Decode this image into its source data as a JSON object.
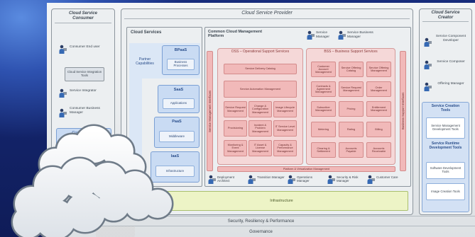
{
  "colors": {
    "background": "#14246a",
    "panel": "#e6e9eb",
    "support_services": "#f5d8d8",
    "service_cell": "#f1b9b9",
    "cloud_service_layer": "#c9dbf3",
    "infrastructure": "#edf4c6",
    "cloud": "#ffffff"
  },
  "consumer": {
    "title": "Cloud Service Consumer",
    "roles": [
      {
        "label": "Consumer End user",
        "icon": "person-icon"
      },
      {
        "label": "Service Integrator",
        "icon": "person-icon"
      },
      {
        "label": "Consumer Business Manager",
        "icon": "person-icon"
      }
    ],
    "integration_tools": "Cloud Service Integration Tools",
    "inhouse_it": "Consumer In-house IT"
  },
  "provider": {
    "title": "Cloud Service Provider",
    "cloud_services": {
      "title": "Cloud Services",
      "partner": "Partner Capabilities",
      "layers": [
        {
          "name": "BPaaS",
          "detail": "Business Processes"
        },
        {
          "name": "SaaS",
          "detail": "Applications"
        },
        {
          "name": "PaaS",
          "detail": "Middleware"
        },
        {
          "name": "IaaS",
          "detail": "Infrastructure"
        }
      ]
    },
    "ccmp": {
      "title": "Common Cloud Management Platform",
      "roles": [
        {
          "label": "Service Manager",
          "icon": "person-icon"
        },
        {
          "label": "Service Business Manager",
          "icon": "person-icon"
        }
      ],
      "left_bar": "Service Management Interfaces",
      "right_bar": "Business Support Interfaces",
      "bottom_bar": "Platform & Virtualization Management",
      "oss": {
        "title": "OSS – Operational Support Services",
        "wide": [
          "Service Delivery Catalog",
          "Service Automation Management"
        ],
        "grid": [
          "Service Request Management",
          "Change & Configuration Management",
          "Image Lifecycle Management",
          "Provisioning",
          "Incident & Problem Management",
          "IT Service Level Management",
          "Monitoring & Event Management",
          "IT Asset & License Management",
          "Capacity & Performance Management"
        ]
      },
      "bss": {
        "title": "BSS – Business Support Services",
        "grid": [
          "Customer Account Management",
          "Service Offering Catalog",
          "Service Offering Management",
          "Contracts & Agreement Management",
          "Service Request Management",
          "Order Management",
          "Subscriber Management",
          "Pricing",
          "Entitlement Management",
          "Metering",
          "Rating",
          "Billing",
          "Clearing & Settlement",
          "Accounts Payable",
          "Accounts Receivable"
        ]
      },
      "operator_roles": [
        {
          "label": "Deployment Architect",
          "icon": "person-icon"
        },
        {
          "label": "Transition Manager",
          "icon": "person-icon"
        },
        {
          "label": "Operations Manager",
          "icon": "person-icon"
        },
        {
          "label": "Security & Risk Manager",
          "icon": "person-icon"
        },
        {
          "label": "Customer Care",
          "icon": "person-icon"
        }
      ]
    },
    "infrastructure": "Infrastructure"
  },
  "creator": {
    "title": "Cloud Service Creator",
    "roles": [
      {
        "label": "Service Component Developer",
        "icon": "person-icon"
      },
      {
        "label": "Service Composer",
        "icon": "person-icon"
      },
      {
        "label": "Offering Manager",
        "icon": "person-icon"
      }
    ],
    "tools": {
      "title": "Service Creation Tools",
      "management_tools": "Service Management Development Tools",
      "runtime_title": "Service Runtime Development Tools",
      "software_tools": "Software Development Tools",
      "image_tools": "Image Creation Tools"
    }
  },
  "footer": {
    "security": "Security, Resiliency & Performance",
    "governance": "Governance"
  }
}
